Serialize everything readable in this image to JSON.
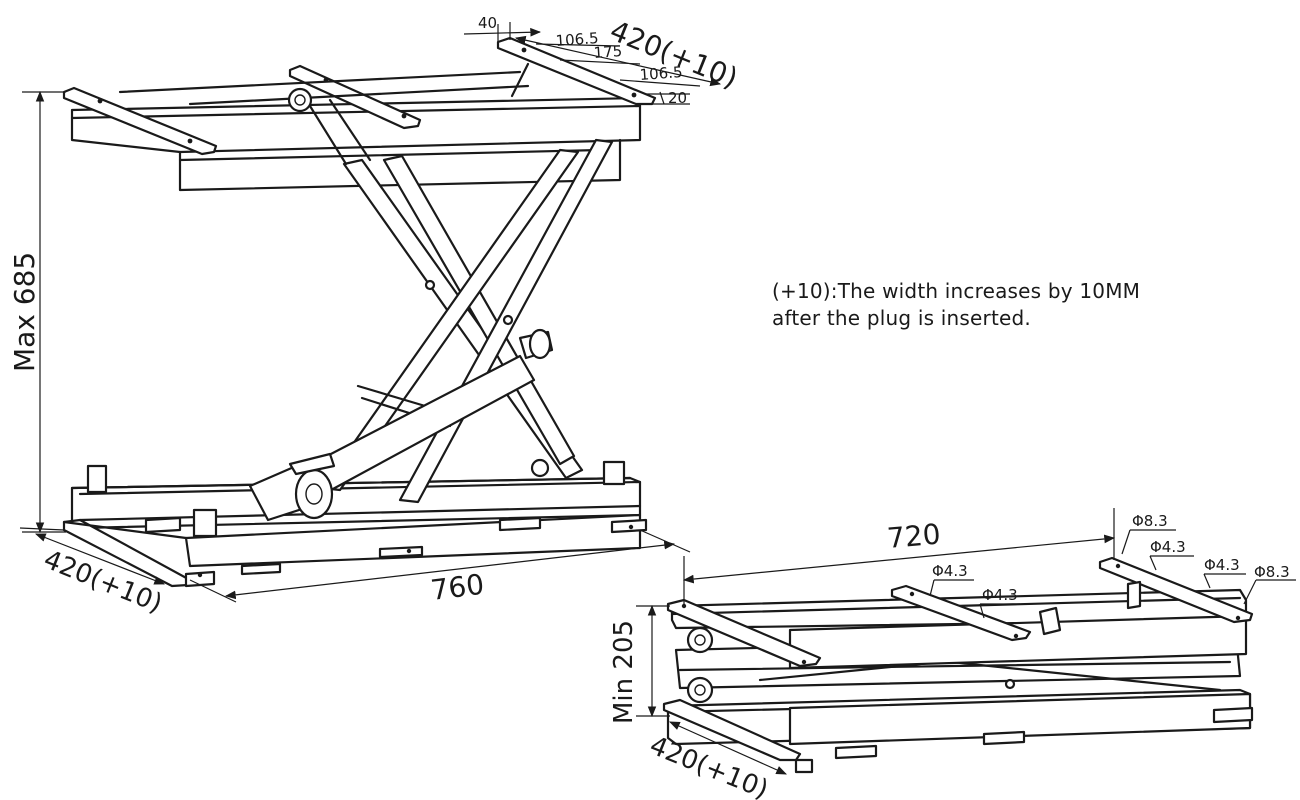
{
  "dimensions": {
    "max_height": "Max 685",
    "min_height": "Min 205",
    "length_raised": "760",
    "length_lowered": "720",
    "width_raised_base": "420(+10)",
    "width_raised_top": "420(+10)",
    "width_lowered": "420(+10)",
    "top_40": "40",
    "top_106_5_a": "106.5",
    "top_175": "175",
    "top_106_5_b": "106.5",
    "top_20": "20"
  },
  "holes": {
    "phi_8_3_left": "Φ8.3",
    "phi_4_3_a": "Φ4.3",
    "phi_4_3_b": "Φ4.3",
    "phi_8_3_right": "Φ8.3",
    "phi_4_3_c": "Φ4.3",
    "phi_4_3_d": "Φ4.3"
  },
  "note": {
    "line1": "(+10):The width increases by 10MM",
    "line2": "after the plug is inserted."
  }
}
